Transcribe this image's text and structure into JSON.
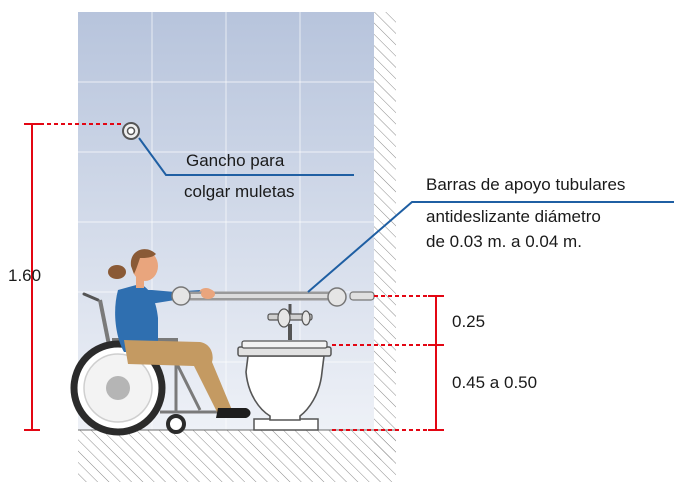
{
  "labels": {
    "height_total": "1.60",
    "hook_line1": "Gancho para",
    "hook_line2": "colgar muletas",
    "bars_line1": "Barras de apoyo tubulares",
    "bars_line2": "antideslizante diámetro",
    "bars_line3": "de 0.03 m. a 0.04 m.",
    "bar_gap": "0.25",
    "seat_height": "0.45 a 0.50"
  },
  "colors": {
    "dimension": "#e30613",
    "leader": "#1f5fa3",
    "wall_top": "#b7c4dc",
    "wall_bottom": "#e7ecf5",
    "hatch": "#8c8c8c",
    "shirt": "#2f6fb0",
    "pants": "#c49a62",
    "skin": "#e9a57d",
    "hair": "#8a5a36"
  },
  "icons": [
    "crutch-hook-icon",
    "wheelchair-user-figure",
    "toilet-figure",
    "grab-bar-figure"
  ]
}
